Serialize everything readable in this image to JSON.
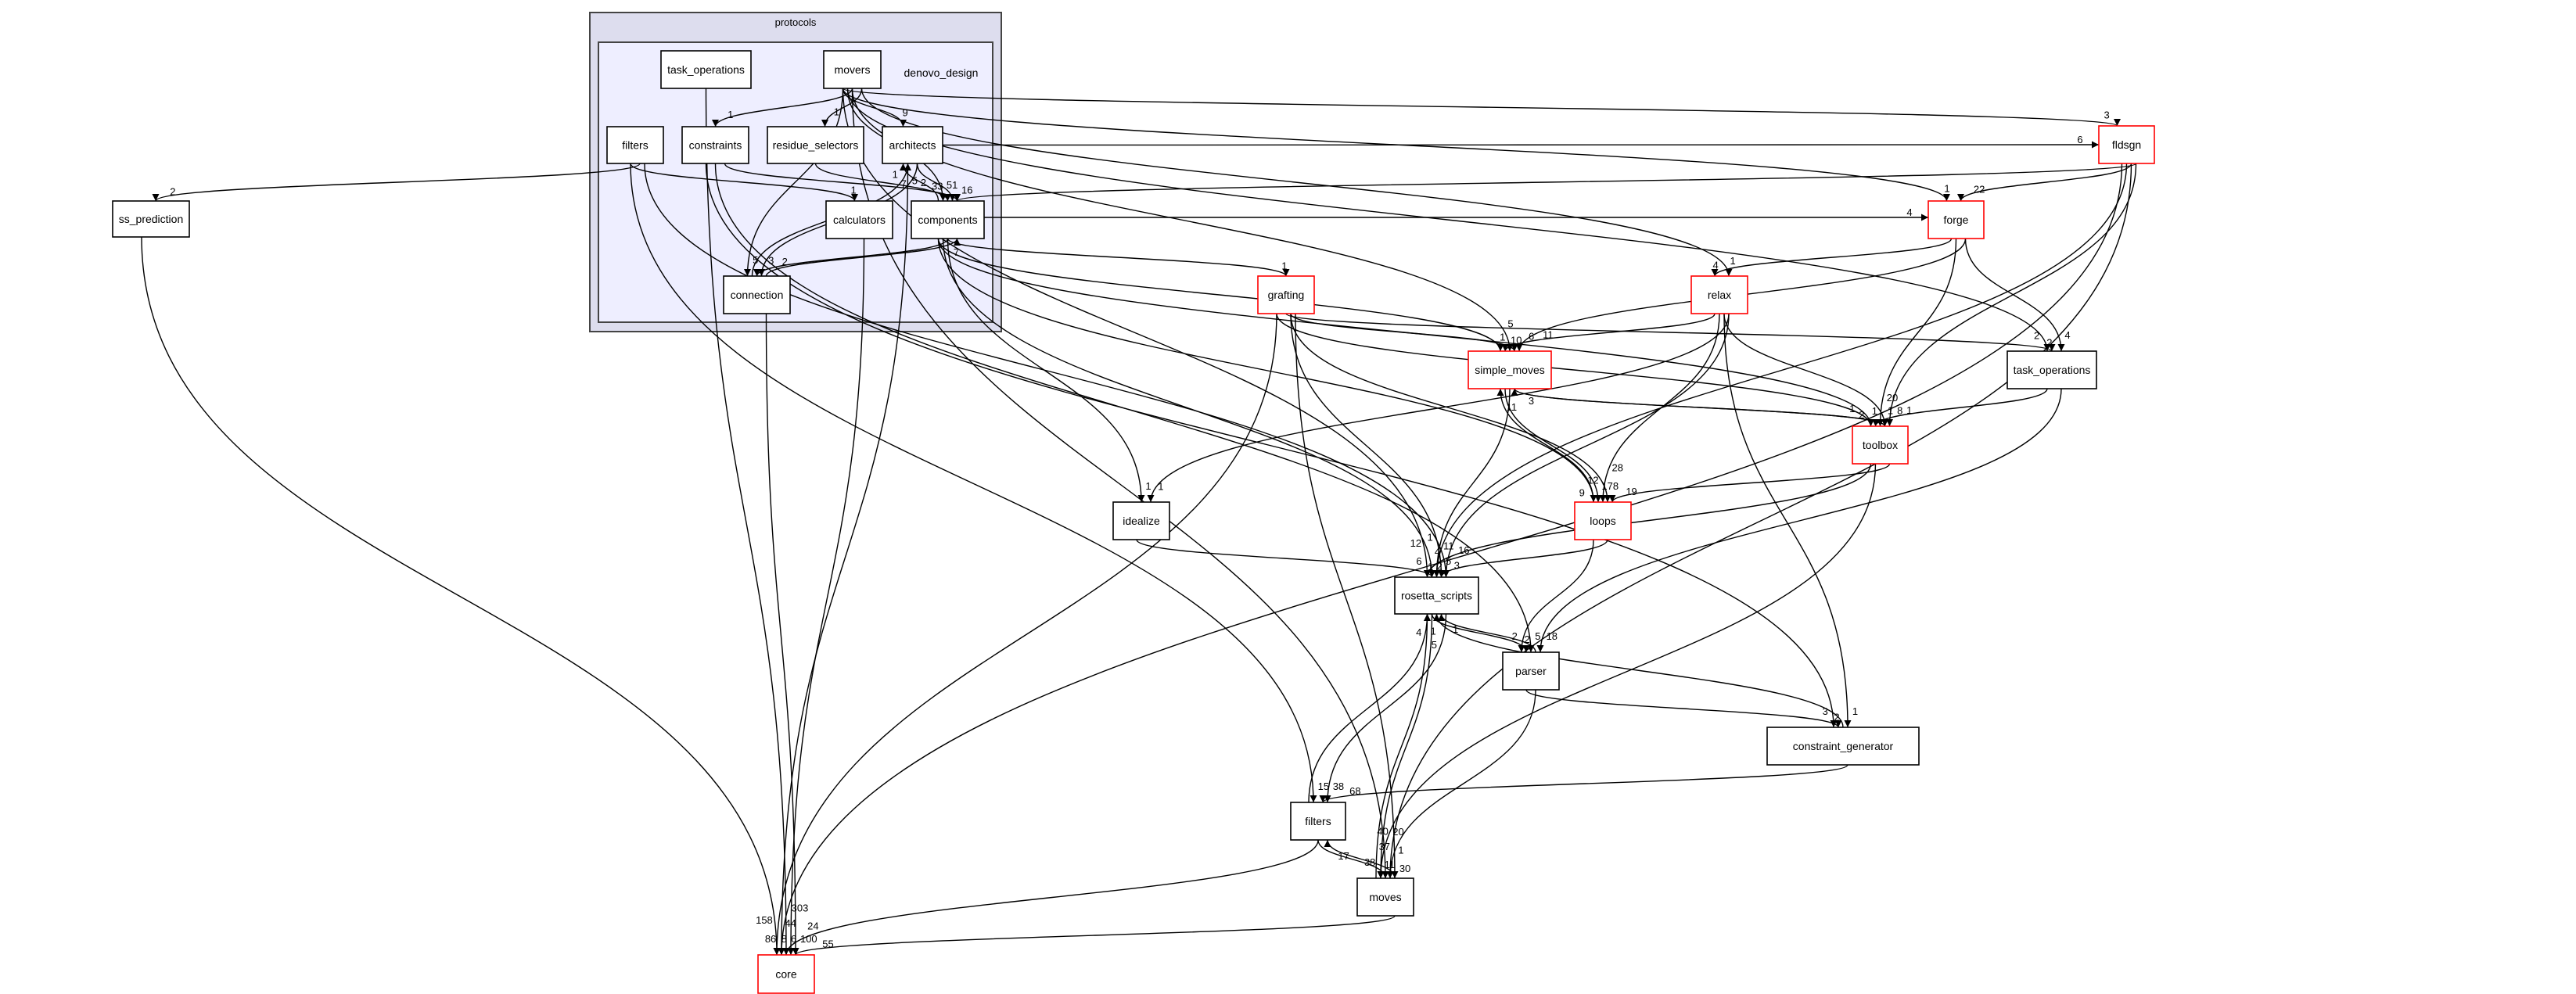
{
  "clusters": {
    "outer": {
      "label": "protocols",
      "fill": "#ddddee",
      "stroke": "#444444"
    },
    "inner": {
      "label": "denovo_design",
      "fill": "#eeeeff",
      "stroke": "#444444"
    }
  },
  "nodes": [
    {
      "id": "dd_task_operations",
      "label": "task_operations",
      "has_children": false
    },
    {
      "id": "dd_movers",
      "label": "movers",
      "has_children": false
    },
    {
      "id": "dd_filters",
      "label": "filters",
      "has_children": false
    },
    {
      "id": "dd_constraints",
      "label": "constraints",
      "has_children": false
    },
    {
      "id": "dd_residue_selectors",
      "label": "residue_selectors",
      "has_children": false
    },
    {
      "id": "dd_architects",
      "label": "architects",
      "has_children": false
    },
    {
      "id": "dd_calculators",
      "label": "calculators",
      "has_children": false
    },
    {
      "id": "dd_components",
      "label": "components",
      "has_children": false
    },
    {
      "id": "dd_connection",
      "label": "connection",
      "has_children": false
    },
    {
      "id": "ss_prediction",
      "label": "ss_prediction",
      "has_children": false
    },
    {
      "id": "fldsgn",
      "label": "fldsgn",
      "has_children": true
    },
    {
      "id": "forge",
      "label": "forge",
      "has_children": true
    },
    {
      "id": "grafting",
      "label": "grafting",
      "has_children": true
    },
    {
      "id": "relax",
      "label": "relax",
      "has_children": true
    },
    {
      "id": "simple_moves",
      "label": "simple_moves",
      "has_children": true
    },
    {
      "id": "task_operations",
      "label": "task_operations",
      "has_children": false
    },
    {
      "id": "toolbox",
      "label": "toolbox",
      "has_children": true
    },
    {
      "id": "idealize",
      "label": "idealize",
      "has_children": false
    },
    {
      "id": "loops",
      "label": "loops",
      "has_children": true
    },
    {
      "id": "rosetta_scripts",
      "label": "rosetta_scripts",
      "has_children": false
    },
    {
      "id": "parser",
      "label": "parser",
      "has_children": false
    },
    {
      "id": "constraint_generator",
      "label": "constraint_generator",
      "has_children": false
    },
    {
      "id": "filters",
      "label": "filters",
      "has_children": false
    },
    {
      "id": "moves",
      "label": "moves",
      "has_children": false
    },
    {
      "id": "core",
      "label": "core",
      "has_children": true
    }
  ],
  "colors": {
    "node_border": "#000000",
    "node_border_with_children": "#ff0000",
    "edge": "#000000"
  },
  "edges": [
    {
      "from": "dd_movers",
      "to": "dd_architects",
      "label": "9"
    },
    {
      "from": "dd_movers",
      "to": "dd_constraints",
      "label": "1"
    },
    {
      "from": "dd_movers",
      "to": "dd_residue_selectors",
      "label": "1"
    },
    {
      "from": "dd_movers",
      "to": "dd_components",
      "label": "51"
    },
    {
      "from": "dd_architects",
      "to": "dd_components",
      "label": "33"
    },
    {
      "from": "dd_components",
      "to": "dd_architects",
      "label": "5"
    },
    {
      "from": "dd_residue_selectors",
      "to": "dd_components",
      "label": "2"
    },
    {
      "from": "dd_constraints",
      "to": "dd_components",
      "label": "7"
    },
    {
      "from": "dd_filters",
      "to": "dd_calculators",
      "label": "1"
    },
    {
      "from": "dd_architects",
      "to": "dd_connection",
      "label": "3"
    },
    {
      "from": "dd_movers",
      "to": "dd_connection",
      "label": "5"
    },
    {
      "from": "dd_components",
      "to": "dd_connection",
      "label": "2"
    },
    {
      "from": "dd_connection",
      "to": "dd_components",
      "label": "7"
    },
    {
      "from": "dd_connection",
      "to": "dd_architects",
      "label": "1"
    },
    {
      "from": "dd_filters",
      "to": "ss_prediction",
      "label": "2"
    },
    {
      "from": "dd_movers",
      "to": "fldsgn",
      "label": "3"
    },
    {
      "from": "dd_architects",
      "to": "fldsgn",
      "label": "6"
    },
    {
      "from": "fldsgn",
      "to": "dd_components",
      "label": "16"
    },
    {
      "from": "dd_components",
      "to": "forge",
      "label": "4"
    },
    {
      "from": "fldsgn",
      "to": "forge",
      "label": "22"
    },
    {
      "from": "dd_movers",
      "to": "forge",
      "label": "1"
    },
    {
      "from": "dd_components",
      "to": "grafting",
      "label": "1"
    },
    {
      "from": "dd_movers",
      "to": "relax",
      "label": "1"
    },
    {
      "from": "forge",
      "to": "relax",
      "label": "4"
    },
    {
      "from": "grafting",
      "to": "simple_moves",
      "label": "10"
    },
    {
      "from": "dd_components",
      "to": "simple_moves",
      "label": "1"
    },
    {
      "from": "dd_movers",
      "to": "simple_moves",
      "label": "5"
    },
    {
      "from": "forge",
      "to": "simple_moves",
      "label": "6"
    },
    {
      "from": "relax",
      "to": "simple_moves",
      "label": "11"
    },
    {
      "from": "toolbox",
      "to": "simple_moves",
      "label": "3"
    },
    {
      "from": "loops",
      "to": "simple_moves",
      "label": "11"
    },
    {
      "from": "grafting",
      "to": "task_operations",
      "label": "2"
    },
    {
      "from": "forge",
      "to": "task_operations",
      "label": "4"
    },
    {
      "from": "dd_movers",
      "to": "task_operations",
      "label": "2"
    },
    {
      "from": "relax",
      "to": "toolbox",
      "label": "1"
    },
    {
      "from": "dd_components",
      "to": "toolbox",
      "label": "1"
    },
    {
      "from": "forge",
      "to": "toolbox",
      "label": "20"
    },
    {
      "from": "fldsgn",
      "to": "toolbox",
      "label": "8"
    },
    {
      "from": "task_operations",
      "to": "toolbox",
      "label": "1"
    },
    {
      "from": "simple_moves",
      "to": "toolbox",
      "label": "2"
    },
    {
      "from": "grafting",
      "to": "toolbox",
      "label": "1"
    },
    {
      "from": "dd_components",
      "to": "idealize",
      "label": "1"
    },
    {
      "from": "relax",
      "to": "idealize",
      "label": "1"
    },
    {
      "from": "simple_moves",
      "to": "loops",
      "label": "178"
    },
    {
      "from": "grafting",
      "to": "loops",
      "label": "12"
    },
    {
      "from": "dd_components",
      "to": "loops",
      "label": "9"
    },
    {
      "from": "relax",
      "to": "loops",
      "label": "28"
    },
    {
      "from": "toolbox",
      "to": "loops",
      "label": "19"
    },
    {
      "from": "idealize",
      "to": "rosetta_scripts",
      "label": "1"
    },
    {
      "from": "grafting",
      "to": "rosetta_scripts",
      "label": "5"
    },
    {
      "from": "dd_movers",
      "to": "rosetta_scripts",
      "label": "6"
    },
    {
      "from": "simple_moves",
      "to": "rosetta_scripts",
      "label": "4"
    },
    {
      "from": "relax",
      "to": "rosetta_scripts",
      "label": "11"
    },
    {
      "from": "dd_components",
      "to": "rosetta_scripts",
      "label": "12"
    },
    {
      "from": "loops",
      "to": "rosetta_scripts",
      "label": "3"
    },
    {
      "from": "toolbox",
      "to": "rosetta_scripts",
      "label": "16"
    },
    {
      "from": "fldsgn",
      "to": "rosetta_scripts",
      "label": "2"
    },
    {
      "from": "dd_filters",
      "to": "rosetta_scripts",
      "label": "1"
    },
    {
      "from": "rosetta_scripts",
      "to": "parser",
      "label": "2"
    },
    {
      "from": "parser",
      "to": "rosetta_scripts",
      "label": "1"
    },
    {
      "from": "loops",
      "to": "parser",
      "label": "2"
    },
    {
      "from": "dd_constraints",
      "to": "parser",
      "label": "5"
    },
    {
      "from": "task_operations",
      "to": "parser",
      "label": "18"
    },
    {
      "from": "parser",
      "to": "constraint_generator",
      "label": "2"
    },
    {
      "from": "relax",
      "to": "constraint_generator",
      "label": "1"
    },
    {
      "from": "dd_constraints",
      "to": "constraint_generator",
      "label": "3"
    },
    {
      "from": "constraint_generator",
      "to": "rosetta_scripts",
      "label": "1"
    },
    {
      "from": "rosetta_scripts",
      "to": "filters",
      "label": "38"
    },
    {
      "from": "dd_filters",
      "to": "filters",
      "label": "15"
    },
    {
      "from": "constraint_generator",
      "to": "filters",
      "label": "68"
    },
    {
      "from": "filters",
      "to": "rosetta_scripts",
      "label": "4"
    },
    {
      "from": "filters",
      "to": "moves",
      "label": "11"
    },
    {
      "from": "moves",
      "to": "filters",
      "label": "17"
    },
    {
      "from": "rosetta_scripts",
      "to": "moves",
      "label": "38"
    },
    {
      "from": "parser",
      "to": "moves",
      "label": "1"
    },
    {
      "from": "moves",
      "to": "rosetta_scripts",
      "label": "5"
    },
    {
      "from": "dd_movers",
      "to": "moves",
      "label": "37"
    },
    {
      "from": "grafting",
      "to": "moves",
      "label": "30"
    },
    {
      "from": "toolbox",
      "to": "moves",
      "label": "20"
    },
    {
      "from": "fldsgn",
      "to": "moves",
      "label": "40"
    },
    {
      "from": "ss_prediction",
      "to": "core",
      "label": "8"
    },
    {
      "from": "dd_task_operations",
      "to": "core",
      "label": "6"
    },
    {
      "from": "dd_connection",
      "to": "core",
      "label": "100"
    },
    {
      "from": "dd_architects",
      "to": "core",
      "label": "86"
    },
    {
      "from": "dd_calculators",
      "to": "core",
      "label": "44"
    },
    {
      "from": "grafting",
      "to": "core",
      "label": "158"
    },
    {
      "from": "filters",
      "to": "core",
      "label": "24"
    },
    {
      "from": "moves",
      "to": "core",
      "label": "55"
    },
    {
      "from": "fldsgn",
      "to": "core",
      "label": "303"
    }
  ]
}
